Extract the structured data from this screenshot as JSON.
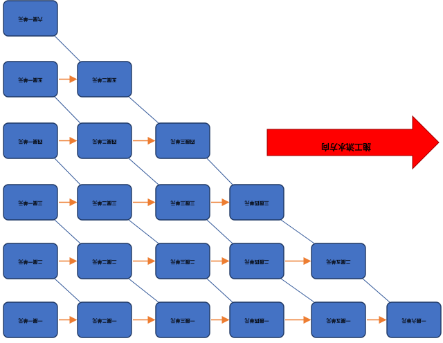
{
  "diagram": {
    "columns": [
      {
        "cells": [
          "一层一单元",
          "二层一单元",
          "三层一单元",
          "四层一单元",
          "五层一单元",
          "六层一单元"
        ]
      },
      {
        "cells": [
          "一层二单元",
          "二层二单元",
          "三层二单元",
          "四层二单元",
          "五层二单元"
        ]
      },
      {
        "cells": [
          "一层三单元",
          "二层三单元",
          "三层三单元",
          "四层三单元"
        ]
      },
      {
        "cells": [
          "一层四单元",
          "二层四单元",
          "三层四单元"
        ]
      },
      {
        "cells": [
          "一层五单元",
          "二层五单元"
        ]
      },
      {
        "cells": [
          "一层六单元"
        ]
      }
    ],
    "big_arrow": {
      "label": "施工流水方向"
    },
    "colors": {
      "box_fill": "#4472c4",
      "box_border": "#1f3864",
      "connector": "#2f5597",
      "arrow_orange": "#ed7d31",
      "big_arrow_red": "#ff0000"
    }
  }
}
